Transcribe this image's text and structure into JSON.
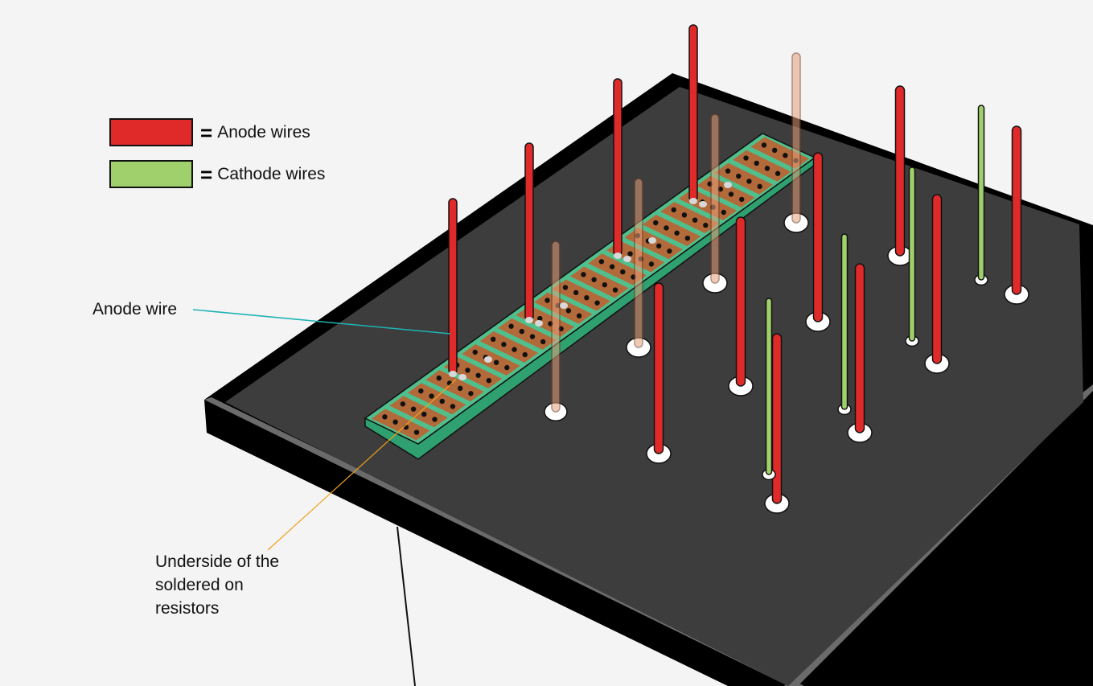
{
  "legend": {
    "anode": {
      "label": "Anode wires",
      "color": "#e02a2a"
    },
    "cathode": {
      "label": "Cathode wires",
      "color": "#9fd06b"
    },
    "equals": "="
  },
  "callouts": {
    "anode_wire": "Anode wire",
    "underside_line1": "Underside of the",
    "underside_line2": "soldered on",
    "underside_line3": "resistors"
  },
  "colors": {
    "board_top": "#3d3d3d",
    "board_edge": "#000000",
    "board_bevel": "#6b6b6b",
    "strip": "#4fc08d",
    "pad": "#c45a2c",
    "anode_callout_line": "#1fb3b3",
    "underside_callout_line": "#f0a020"
  }
}
